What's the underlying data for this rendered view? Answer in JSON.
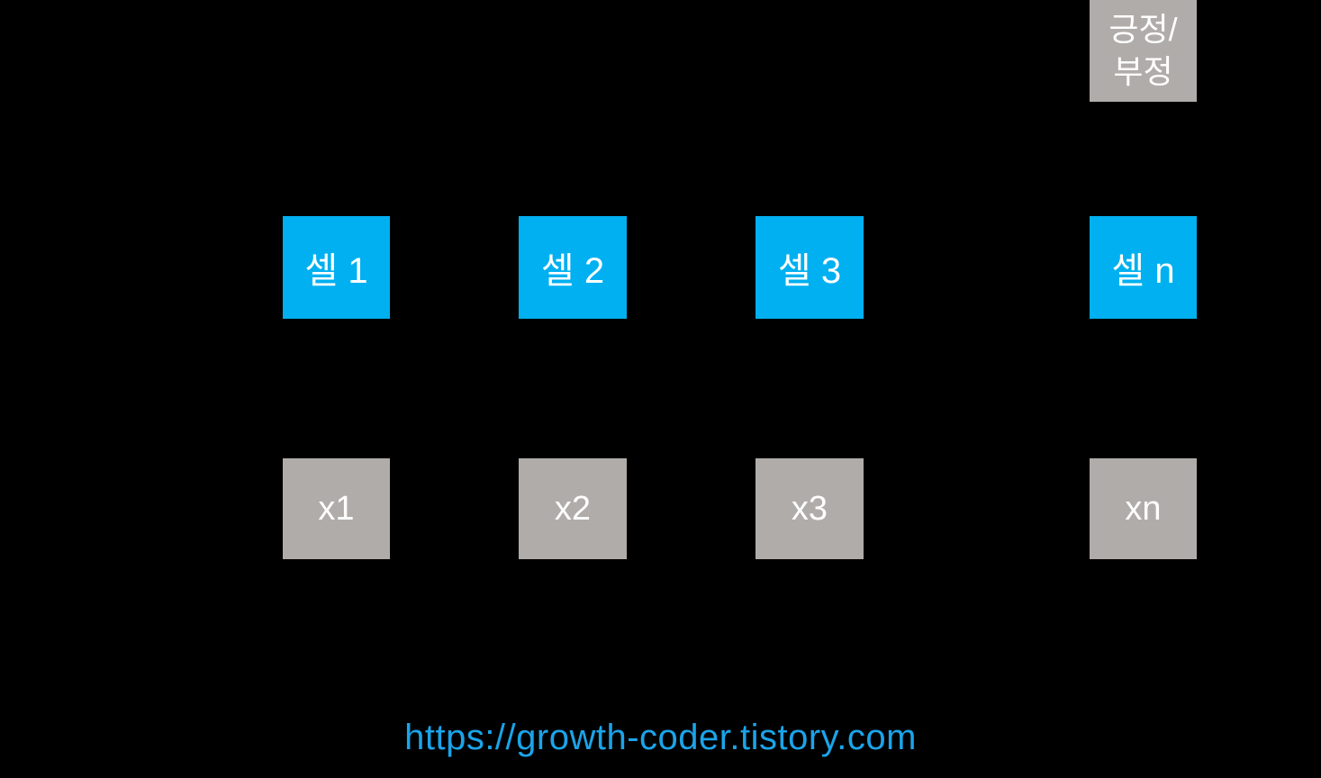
{
  "colors": {
    "background": "#000000",
    "cell_box": "#00b0f0",
    "input_box": "#b0aca9",
    "output_box": "#b0aca9",
    "box_text": "#ffffff",
    "url_text": "#1ba4e9"
  },
  "diagram": {
    "output": {
      "line1": "긍정/",
      "line2": "부정"
    },
    "cells": [
      {
        "label": "셀 1"
      },
      {
        "label": "셀 2"
      },
      {
        "label": "셀 3"
      },
      {
        "label": "셀 n"
      }
    ],
    "inputs": [
      {
        "label": "x1"
      },
      {
        "label": "x2"
      },
      {
        "label": "x3"
      },
      {
        "label": "xn"
      }
    ]
  },
  "footer": {
    "url": "https://growth-coder.tistory.com"
  }
}
